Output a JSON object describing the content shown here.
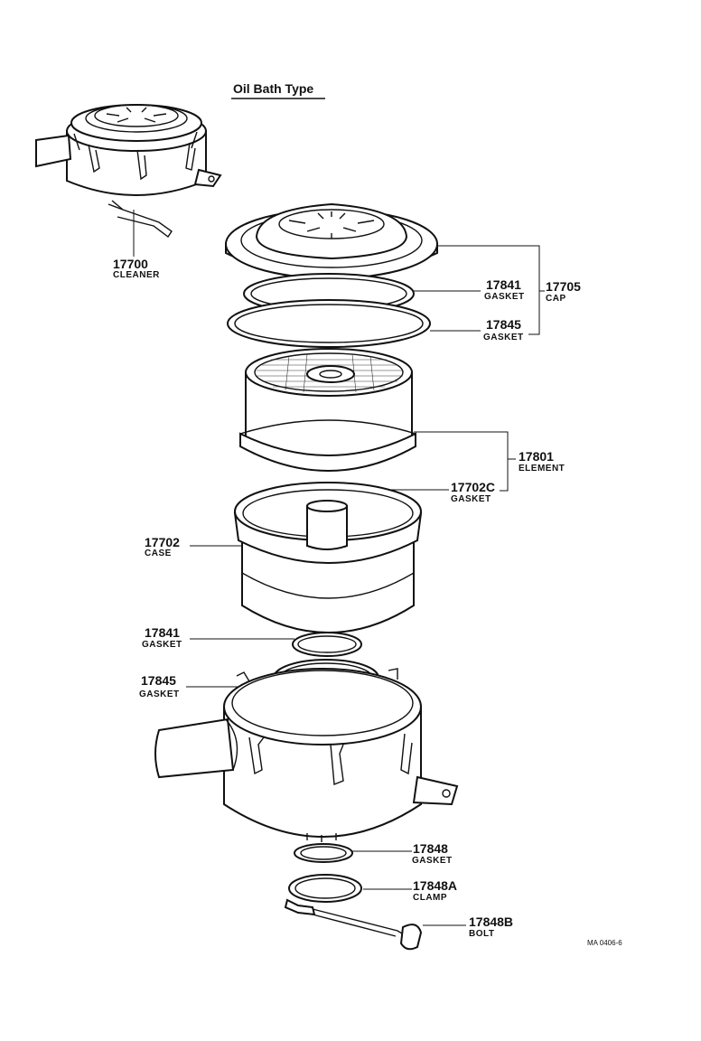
{
  "title": "Oil Bath Type",
  "drawing_code": "MA 0406-6",
  "parts": {
    "cleaner": {
      "number": "17700",
      "name": "CLEANER"
    },
    "cap": {
      "number": "17705",
      "name": "CAP"
    },
    "cap_gasket_a": {
      "number": "17841",
      "name": "GASKET"
    },
    "cap_gasket_b": {
      "number": "17845",
      "name": "GASKET"
    },
    "element": {
      "number": "17801",
      "name": "ELEMENT"
    },
    "element_gasket": {
      "number": "17702C",
      "name": "GASKET"
    },
    "case": {
      "number": "17702",
      "name": "CASE"
    },
    "gasket_17841": {
      "number": "17841",
      "name": "GASKET"
    },
    "gasket_17845": {
      "number": "17845",
      "name": "GASKET"
    },
    "gasket_17848": {
      "number": "17848",
      "name": "GASKET"
    },
    "clamp": {
      "number": "17848A",
      "name": "CLAMP"
    },
    "bolt": {
      "number": "17848B",
      "name": "BOLT"
    }
  }
}
